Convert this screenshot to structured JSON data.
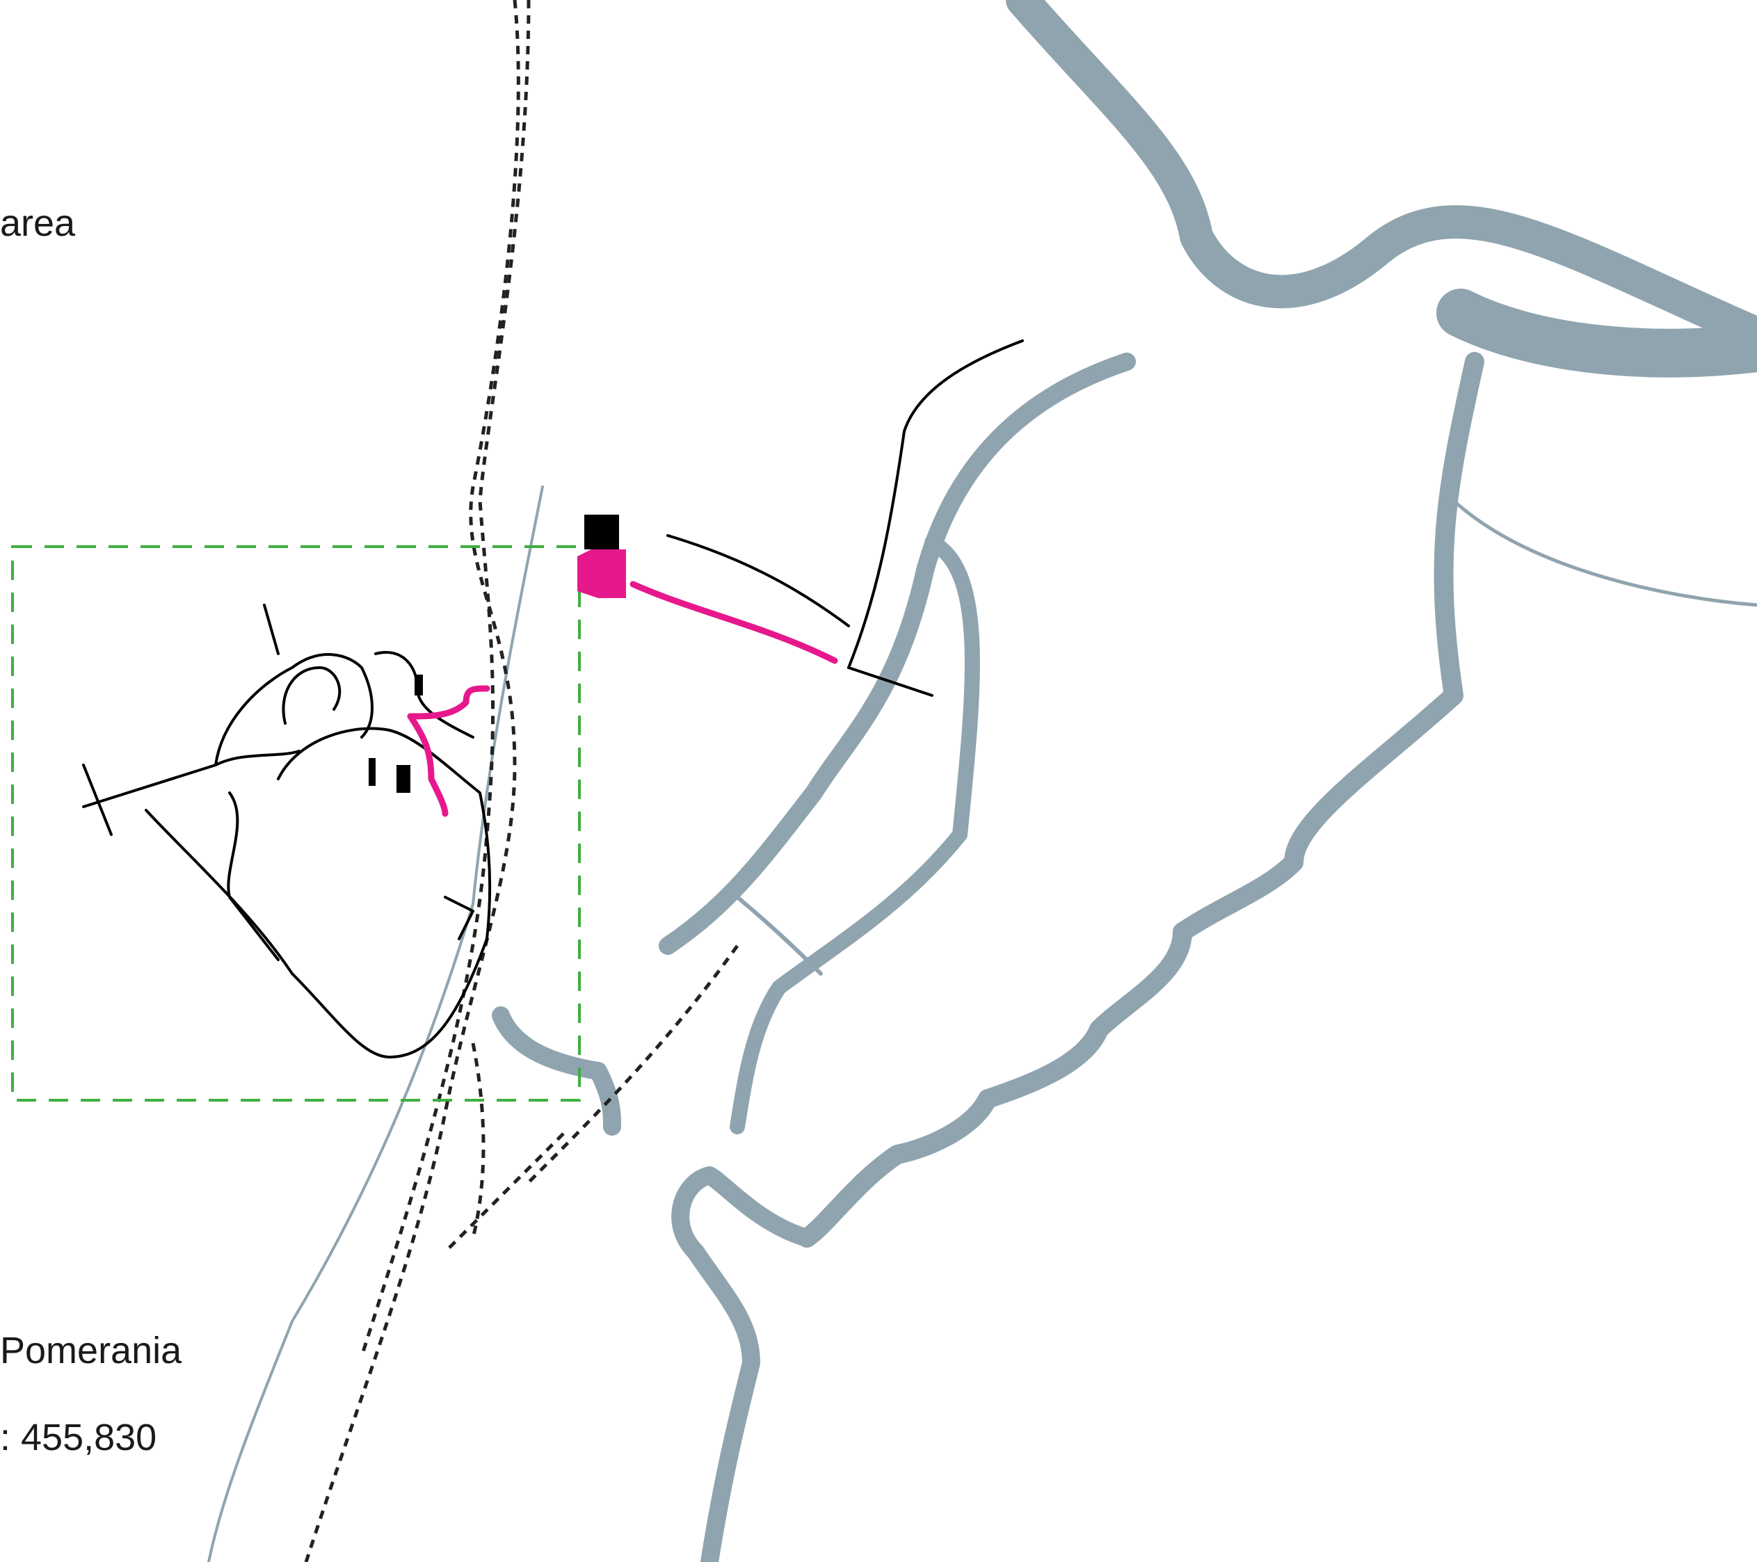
{
  "labels": {
    "area": "area",
    "region": "Pomerania",
    "population": ": 455,830"
  },
  "colors": {
    "water": "#8fa4ae",
    "highlight": "#e6198c",
    "frame": "#3fae3f",
    "roads": "#000000"
  }
}
